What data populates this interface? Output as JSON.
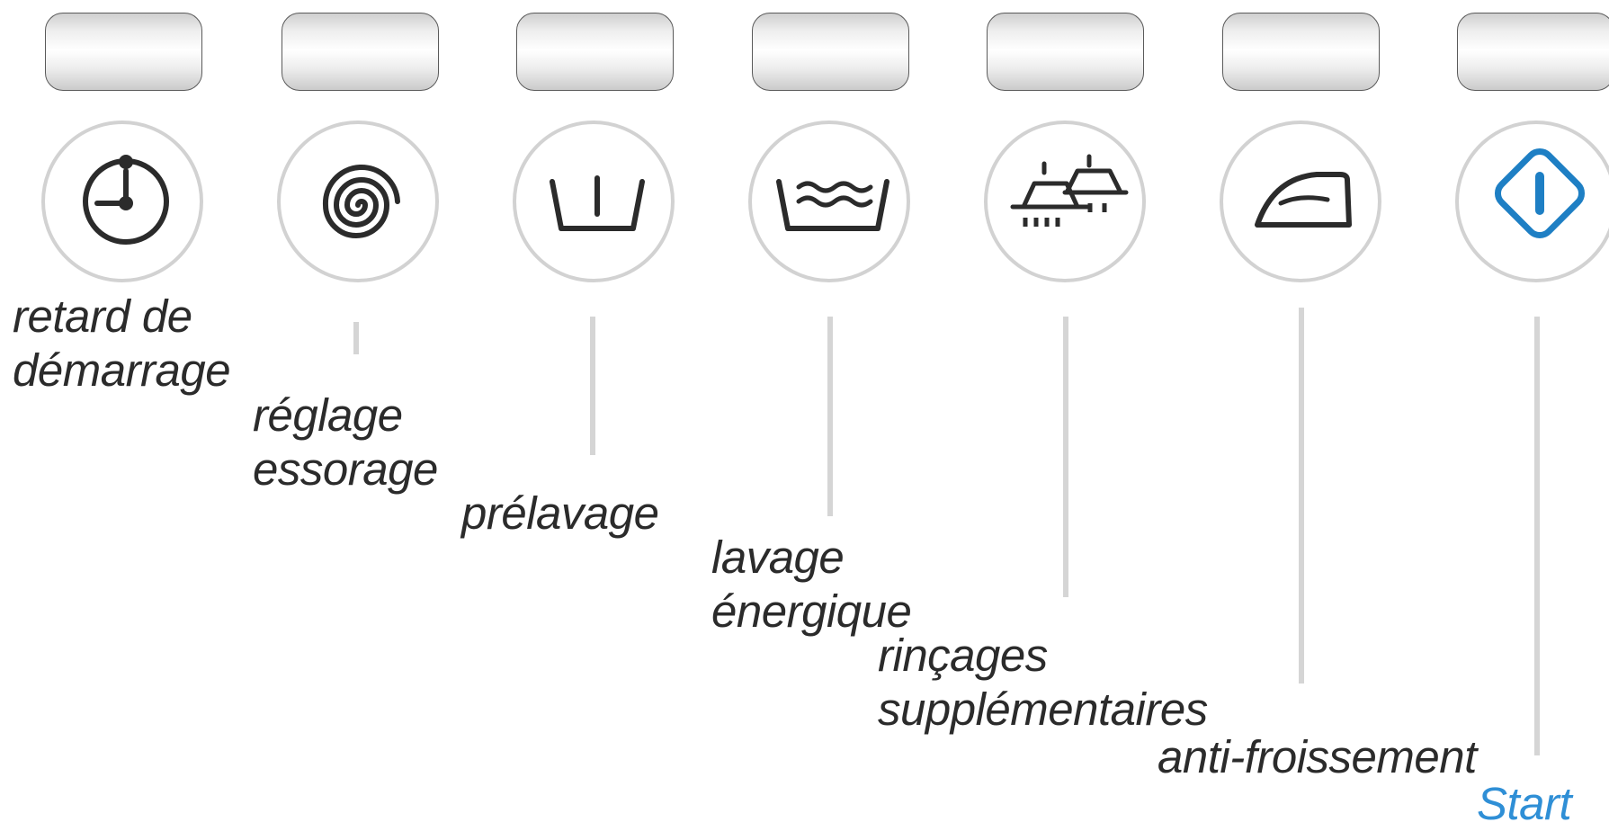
{
  "colors": {
    "icon": "#2b2b2b",
    "accent": "#1e7fc4",
    "ring": "#d2d2d2",
    "connector": "#d5d5d5"
  },
  "buttons": [
    {
      "icon": "timer-icon",
      "label": [
        "retard de",
        "démarrage"
      ]
    },
    {
      "icon": "spiral-icon",
      "label": [
        "réglage",
        "essorage"
      ]
    },
    {
      "icon": "basin-prewash-icon",
      "label": [
        "prélavage"
      ]
    },
    {
      "icon": "basin-waves-icon",
      "label": [
        "lavage",
        "énergique"
      ]
    },
    {
      "icon": "rinse-shower-icon",
      "label": [
        "rinçages",
        "supplémentaires"
      ]
    },
    {
      "icon": "iron-icon",
      "label": [
        "anti-froissement"
      ]
    },
    {
      "icon": "start-icon",
      "label": [
        "Start"
      ]
    }
  ]
}
